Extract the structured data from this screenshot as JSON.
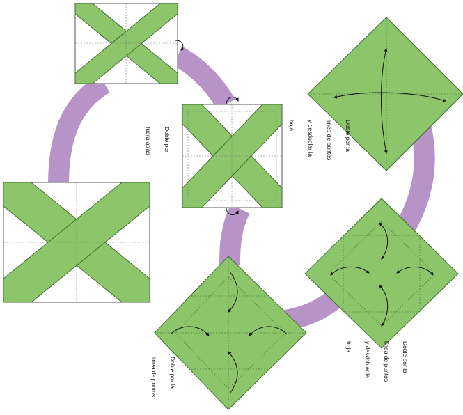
{
  "colors": {
    "paper_green": "#8cc56a",
    "paper_edge": "#3f6f2e",
    "ring_purple": "#b793c8",
    "white": "#ffffff",
    "fold_line": "#666666",
    "arrow": "#111111"
  },
  "captions": {
    "fold_back": [
      "Doble por",
      "fuera atrás"
    ],
    "fold_dotted_top": [
      "Doble por la",
      "línea de puntos",
      "y desdoblar la",
      "hoja"
    ],
    "fold_dotted_right": [
      "Doble por la",
      "línea de puntos",
      "y desdoblar la",
      "hoja"
    ],
    "fold_dotted_bottom": [
      "Doble por la",
      "línea de puntos"
    ]
  }
}
